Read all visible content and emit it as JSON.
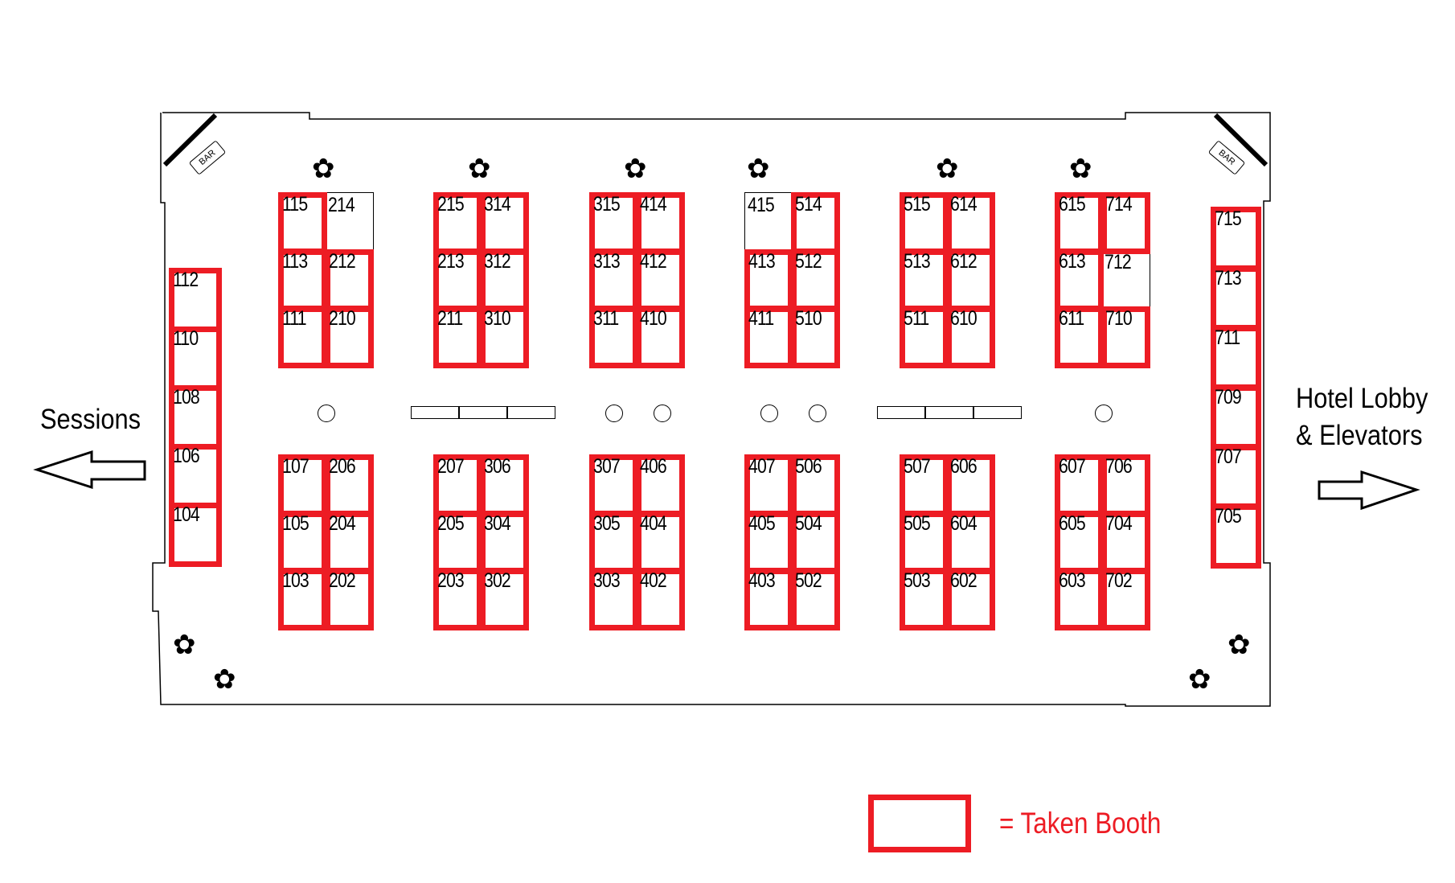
{
  "labels": {
    "left": "Sessions",
    "right_line1": "Hotel Lobby",
    "right_line2": "& Elevators",
    "legend": "= Taken Booth",
    "bar": "BAR"
  },
  "colors": {
    "taken": "#ed1c24"
  },
  "blocks_top": [
    [
      [
        {
          "n": "115",
          "t": true
        },
        {
          "n": "214",
          "t": false
        }
      ],
      [
        {
          "n": "113",
          "t": true
        },
        {
          "n": "212",
          "t": true
        }
      ],
      [
        {
          "n": "111",
          "t": true
        },
        {
          "n": "210",
          "t": true
        }
      ]
    ],
    [
      [
        {
          "n": "215",
          "t": true
        },
        {
          "n": "314",
          "t": true
        }
      ],
      [
        {
          "n": "213",
          "t": true
        },
        {
          "n": "312",
          "t": true
        }
      ],
      [
        {
          "n": "211",
          "t": true
        },
        {
          "n": "310",
          "t": true
        }
      ]
    ],
    [
      [
        {
          "n": "315",
          "t": true
        },
        {
          "n": "414",
          "t": true
        }
      ],
      [
        {
          "n": "313",
          "t": true
        },
        {
          "n": "412",
          "t": true
        }
      ],
      [
        {
          "n": "311",
          "t": true
        },
        {
          "n": "410",
          "t": true
        }
      ]
    ],
    [
      [
        {
          "n": "415",
          "t": false
        },
        {
          "n": "514",
          "t": true
        }
      ],
      [
        {
          "n": "413",
          "t": true
        },
        {
          "n": "512",
          "t": true
        }
      ],
      [
        {
          "n": "411",
          "t": true
        },
        {
          "n": "510",
          "t": true
        }
      ]
    ],
    [
      [
        {
          "n": "515",
          "t": true
        },
        {
          "n": "614",
          "t": true
        }
      ],
      [
        {
          "n": "513",
          "t": true
        },
        {
          "n": "612",
          "t": true
        }
      ],
      [
        {
          "n": "511",
          "t": true
        },
        {
          "n": "610",
          "t": true
        }
      ]
    ],
    [
      [
        {
          "n": "615",
          "t": true
        },
        {
          "n": "714",
          "t": true
        }
      ],
      [
        {
          "n": "613",
          "t": true
        },
        {
          "n": "712",
          "t": false
        }
      ],
      [
        {
          "n": "611",
          "t": true
        },
        {
          "n": "710",
          "t": true
        }
      ]
    ]
  ],
  "blocks_bottom": [
    [
      [
        {
          "n": "107",
          "t": true
        },
        {
          "n": "206",
          "t": true
        }
      ],
      [
        {
          "n": "105",
          "t": true
        },
        {
          "n": "204",
          "t": true
        }
      ],
      [
        {
          "n": "103",
          "t": true
        },
        {
          "n": "202",
          "t": true
        }
      ]
    ],
    [
      [
        {
          "n": "207",
          "t": true
        },
        {
          "n": "306",
          "t": true
        }
      ],
      [
        {
          "n": "205",
          "t": true
        },
        {
          "n": "304",
          "t": true
        }
      ],
      [
        {
          "n": "203",
          "t": true
        },
        {
          "n": "302",
          "t": true
        }
      ]
    ],
    [
      [
        {
          "n": "307",
          "t": true
        },
        {
          "n": "406",
          "t": true
        }
      ],
      [
        {
          "n": "305",
          "t": true
        },
        {
          "n": "404",
          "t": true
        }
      ],
      [
        {
          "n": "303",
          "t": true
        },
        {
          "n": "402",
          "t": true
        }
      ]
    ],
    [
      [
        {
          "n": "407",
          "t": true
        },
        {
          "n": "506",
          "t": true
        }
      ],
      [
        {
          "n": "405",
          "t": true
        },
        {
          "n": "504",
          "t": true
        }
      ],
      [
        {
          "n": "403",
          "t": true
        },
        {
          "n": "502",
          "t": true
        }
      ]
    ],
    [
      [
        {
          "n": "507",
          "t": true
        },
        {
          "n": "606",
          "t": true
        }
      ],
      [
        {
          "n": "505",
          "t": true
        },
        {
          "n": "604",
          "t": true
        }
      ],
      [
        {
          "n": "503",
          "t": true
        },
        {
          "n": "602",
          "t": true
        }
      ]
    ],
    [
      [
        {
          "n": "607",
          "t": true
        },
        {
          "n": "706",
          "t": true
        }
      ],
      [
        {
          "n": "605",
          "t": true
        },
        {
          "n": "704",
          "t": true
        }
      ],
      [
        {
          "n": "603",
          "t": true
        },
        {
          "n": "702",
          "t": true
        }
      ]
    ]
  ],
  "left_column": [
    {
      "n": "112",
      "t": true
    },
    {
      "n": "110",
      "t": true
    },
    {
      "n": "108",
      "t": true
    },
    {
      "n": "106",
      "t": true
    },
    {
      "n": "104",
      "t": true
    }
  ],
  "right_column": [
    {
      "n": "715",
      "t": true
    },
    {
      "n": "713",
      "t": true
    },
    {
      "n": "711",
      "t": true
    },
    {
      "n": "709",
      "t": true
    },
    {
      "n": "707",
      "t": true
    },
    {
      "n": "705",
      "t": true
    }
  ]
}
